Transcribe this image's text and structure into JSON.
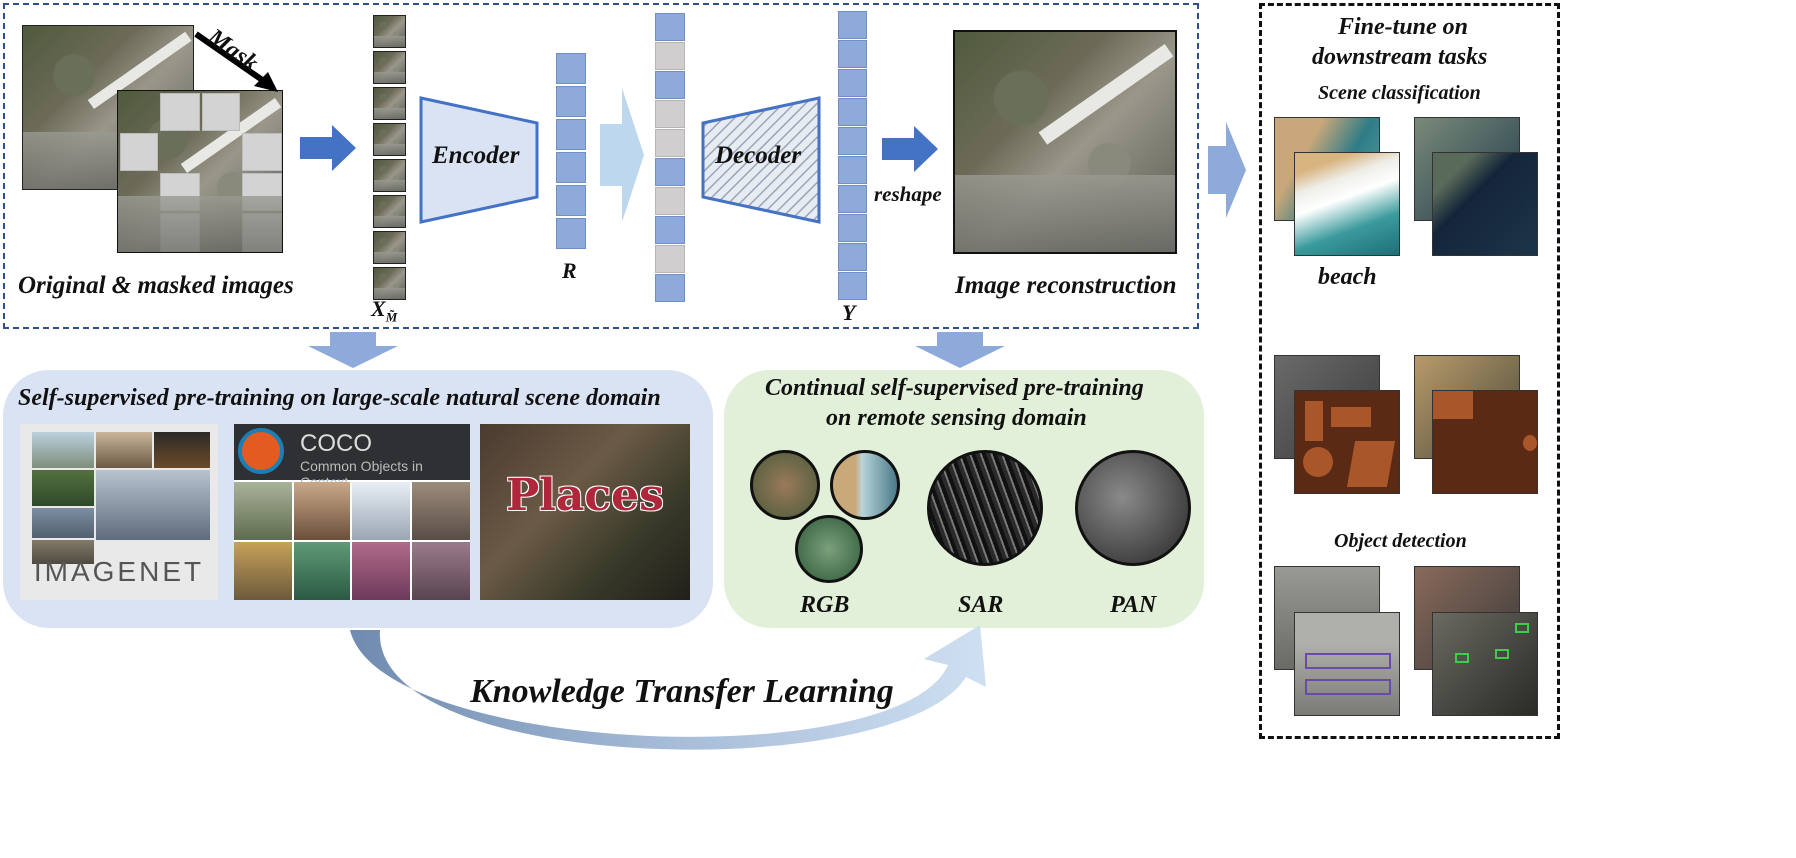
{
  "pretrain_pipeline": {
    "original_label": "Original & masked images",
    "mask_label": "Mask",
    "visible_tokens_label": "X",
    "visible_tokens_sub": "M̃",
    "encoder_label": "Encoder",
    "latent_label": "R",
    "decoder_label": "Decoder",
    "reshape_label": "reshape",
    "output_tokens_label": "Y",
    "reconstruction_label": "Image reconstruction"
  },
  "natural_domain": {
    "title": "Self-supervised pre-training on large-scale natural scene domain",
    "imagenet_label": "IMAGENET",
    "coco_title": "COCO",
    "coco_subtitle": "Common Objects in Context",
    "places_label": "Places"
  },
  "remote_sensing_domain": {
    "title_line1": "Continual self-supervised pre-training",
    "title_line2": "on remote sensing domain",
    "modalities": [
      "RGB",
      "SAR",
      "PAN"
    ]
  },
  "transfer_label": "Knowledge Transfer Learning",
  "finetune": {
    "title_line1": "Fine-tune on",
    "title_line2": "downstream tasks",
    "scene_classification_label": "Scene classification",
    "beach_label": "beach",
    "object_detection_label": "Object detection"
  },
  "colors": {
    "dashed_border": "#2f4f8a",
    "encoder_fill": "#dae3f3",
    "token_blue": "#8eaadb",
    "token_gray": "#d0cece",
    "arrow_dark": "#4472c4",
    "arrow_light": "#bdd7ee",
    "natural_panel": "#dae3f3",
    "remote_panel": "#e2f0d9"
  }
}
